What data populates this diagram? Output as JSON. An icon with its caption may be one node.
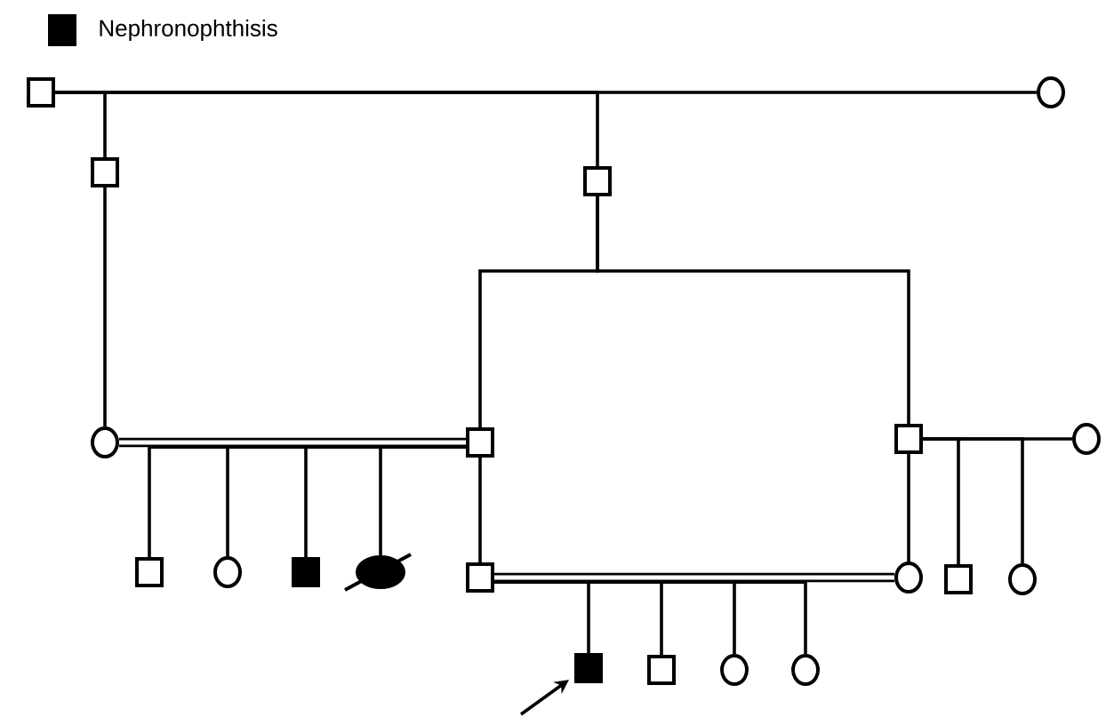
{
  "diagram": {
    "nodes": [
      {
        "text": [],
        "shape": "box"
      },
      {
        "text": [],
        "shape": "circle"
      },
      {
        "text": [],
        "shape": "box"
      },
      {
        "text": [],
        "shape": "box"
      },
      {
        "text": [],
        "shape": "circle"
      },
      {
        "text": [],
        "shape": "box"
      },
      {
        "text": [],
        "shape": "box"
      },
      {
        "text": [],
        "shape": "circle"
      },
      {
        "text": [],
        "shape": "box"
      },
      {
        "text": [],
        "shape": "circle"
      },
      {
        "text": [],
        "shape": "box"
      },
      {
        "text": [],
        "shape": "circle"
      },
      {
        "text": [],
        "shape": "box"
      },
      {
        "text": [],
        "shape": "circle"
      },
      {
        "text": [],
        "shape": "box"
      },
      {
        "text": [],
        "shape": "circle"
      },
      {
        "text": [],
        "shape": "box"
      },
      {
        "text": [],
        "shape": "box"
      },
      {
        "text": [],
        "shape": "circle"
      },
      {
        "text": [],
        "shape": "circle"
      }
    ],
    "edges": [
      {
        "from": 0,
        "to": 1,
        "arrow": "none"
      },
      {
        "from": 0,
        "to": 2,
        "arrow": "none"
      },
      {
        "from": 0,
        "to": 3,
        "arrow": "none"
      },
      {
        "from": 2,
        "to": 4,
        "arrow": "none"
      },
      {
        "from": 3,
        "to": 5,
        "arrow": "none"
      },
      {
        "from": 3,
        "to": 6,
        "arrow": "none"
      },
      {
        "from": 4,
        "to": 5,
        "arrow": "none",
        "style": "thick"
      },
      {
        "from": 5,
        "to": 8,
        "arrow": "none"
      },
      {
        "from": 5,
        "to": 9,
        "arrow": "none"
      },
      {
        "from": 5,
        "to": 10,
        "arrow": "none"
      },
      {
        "from": 5,
        "to": 11,
        "arrow": "none"
      },
      {
        "from": 5,
        "to": 12,
        "arrow": "none"
      },
      {
        "from": 6,
        "to": 13,
        "arrow": "none"
      },
      {
        "from": 6,
        "to": 7,
        "arrow": "none"
      },
      {
        "from": 6,
        "to": 14,
        "arrow": "none"
      },
      {
        "from": 6,
        "to": 15,
        "arrow": "none"
      },
      {
        "from": 12,
        "to": 13,
        "arrow": "none",
        "style": "thick"
      },
      {
        "from": 12,
        "to": 16,
        "arrow": "none"
      },
      {
        "from": 12,
        "to": 17,
        "arrow": "none"
      },
      {
        "from": 12,
        "to": 18,
        "arrow": "none"
      },
      {
        "from": 12,
        "to": 19,
        "arrow": "none"
      },
      {
        "from": null,
        "to": 16,
        "arrow": "to"
      }
    ],
    "legend": [
      {
        "text": "Nephronophthisis",
        "color": "#000000"
      }
    ]
  }
}
